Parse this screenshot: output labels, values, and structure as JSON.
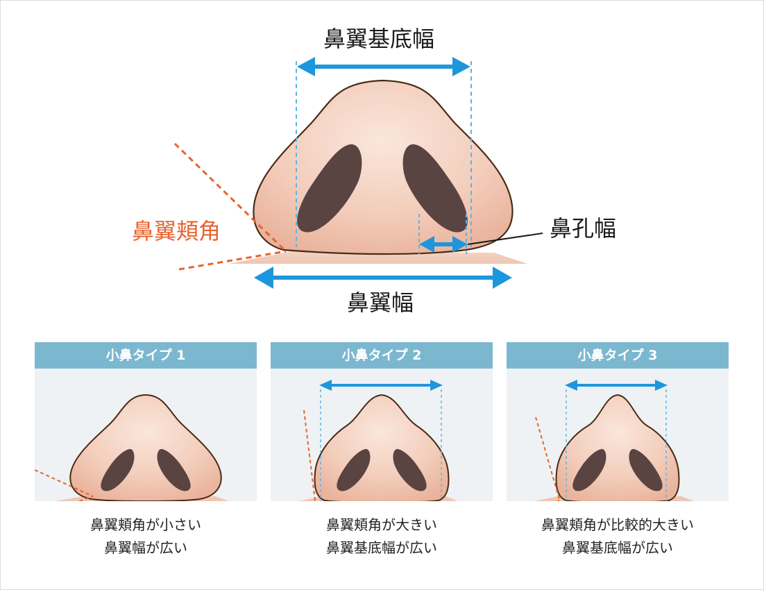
{
  "main_diagram": {
    "base_width_label": "鼻翼基底幅",
    "nostril_width_label": "鼻孔幅",
    "alar_width_label": "鼻翼幅",
    "alar_cheek_angle_label": "鼻翼頬角"
  },
  "panels": [
    {
      "title": "小鼻タイプ 1",
      "caption_line1": "鼻翼頬角が小さい",
      "caption_line2": "鼻翼幅が広い"
    },
    {
      "title": "小鼻タイプ 2",
      "caption_line1": "鼻翼頬角が大きい",
      "caption_line2": "鼻翼基底幅が広い"
    },
    {
      "title": "小鼻タイプ 3",
      "caption_line1": "鼻翼頬角が比較的大きい",
      "caption_line2": "鼻翼基底幅が広い"
    }
  ],
  "colors": {
    "arrow_blue": "#1e96dc",
    "dashed_blue": "#5bb5e6",
    "angle_orange": "#e8622e",
    "skin": "#f0c4b0",
    "outline": "#4a2a15",
    "nostril": "#5a4442",
    "panel_header": "#7bb8d0",
    "panel_bg": "#eef2f4"
  }
}
